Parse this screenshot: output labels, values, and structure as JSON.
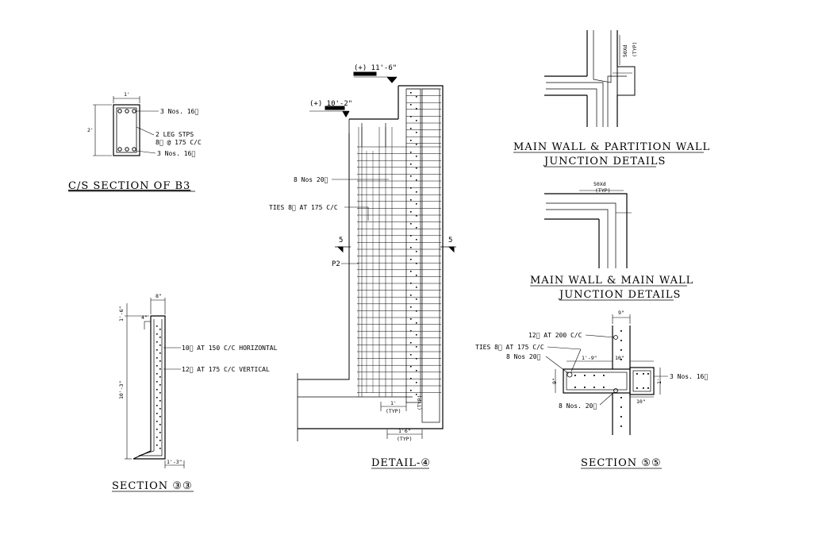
{
  "cs_section_b3": {
    "title": "C/S SECTION OF B3",
    "dim_top": "1'",
    "dim_side": "2'",
    "top_bars": "3 Nos. 16॑",
    "stirrups_line1": "2 LEG STPS",
    "stirrups_line2": "8॑ @ 175 C/C",
    "bottom_bars": "3 Nos. 16॑"
  },
  "section_33": {
    "title": "SECTION ③③",
    "dim_top": "8\"",
    "dim_left_top": "1'-6\"",
    "dim_small": "4\"",
    "dim_height": "10'-3\"",
    "dim_base": "1'-3\"",
    "horizontal_bars": "10॑ AT 150 C/C HORIZONTAL",
    "vertical_bars": "12॑ AT 175 C/C VERTICAL"
  },
  "detail_4": {
    "title": "DETAIL-④",
    "level_top": "(+) 11'-6\"",
    "level_mid": "(+) 10'-2\"",
    "main_bars": "8 Nos 20॑",
    "ties": "TIES 8॑ AT 175 C/C",
    "section_marker_left": "5",
    "section_marker_right": "5",
    "pier_label": "P2",
    "dim_bottom_1": "1'",
    "dim_bottom_1_note": "(TYP)",
    "dim_bottom_2": "1'6\"",
    "dim_bottom_2_note": "(TYP)",
    "dim_side_note": "(TYP)"
  },
  "partition_junction": {
    "title_line1": "MAIN WALL & PARTITION WALL",
    "title_line2": "JUNCTION DETAILS",
    "lap_label": "50Xd",
    "lap_note": "(TYP)"
  },
  "main_wall_junction": {
    "title_line1": "MAIN WALL & MAIN WALL",
    "title_line2": "JUNCTION DETAILS",
    "lap_label": "50Xd",
    "lap_note": "(TYP)"
  },
  "section_55": {
    "title": "SECTION ⑤⑤",
    "wall_bars": "12॑ AT 200 C/C",
    "ties": "TIES 8॑ AT 175 C/C",
    "main_bars_top": "8 Nos 20॑",
    "main_bars_bottom": "8 Nos. 20॑",
    "beam_bars": "3 Nos. 16॑",
    "dim_top": "9\"",
    "dim_pier_width": "1'-9\"",
    "dim_pier_depth": "9\"",
    "dim_beam_depth": "1'",
    "dim_beam_width": "10\"",
    "dim_small": "10\""
  }
}
